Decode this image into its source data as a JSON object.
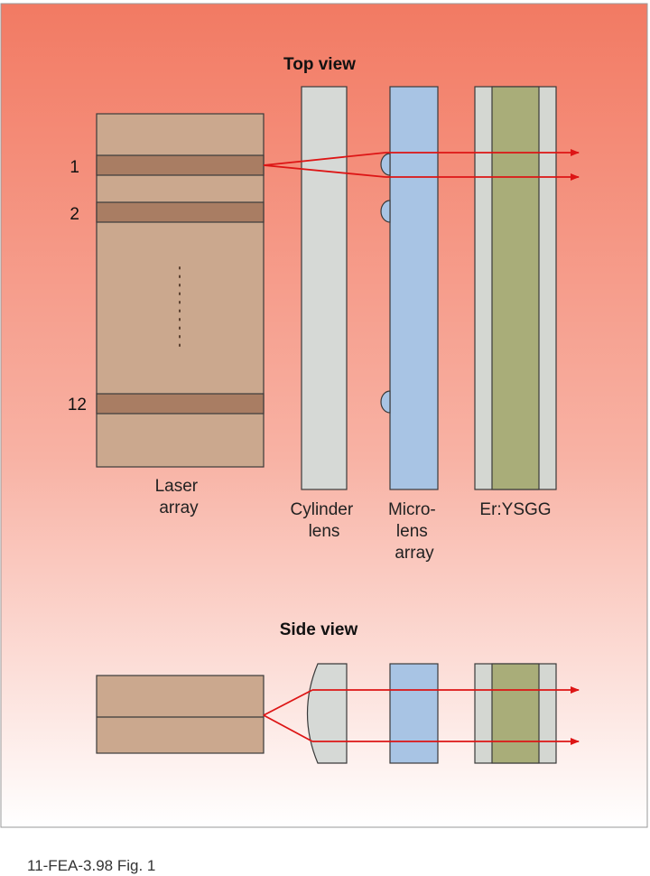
{
  "top_view": {
    "heading": "Top view",
    "emitter_labels": [
      "1",
      "2",
      "12"
    ],
    "component_labels": {
      "laser_array": [
        "Laser",
        "array"
      ],
      "cylinder_lens": [
        "Cylinder",
        "lens"
      ],
      "microlens_array": [
        "Micro-",
        "lens",
        "array"
      ],
      "crystal": [
        "Er:YSGG"
      ]
    }
  },
  "side_view": {
    "heading": "Side view"
  },
  "caption": "11-FEA-3.98 Fig. 1",
  "colors": {
    "background_top": "#f27a63",
    "background_bottom": "#ffffff",
    "laser_body": "#cba88e",
    "emitter_stripe": "#a97d63",
    "cylinder_lens": "#d6d9d6",
    "microlens": "#a8c4e4",
    "crystal_core": "#a9ad79",
    "crystal_cladding": "#d4d7d2",
    "beam": "#dd1515",
    "outline": "#3a3a3a"
  }
}
